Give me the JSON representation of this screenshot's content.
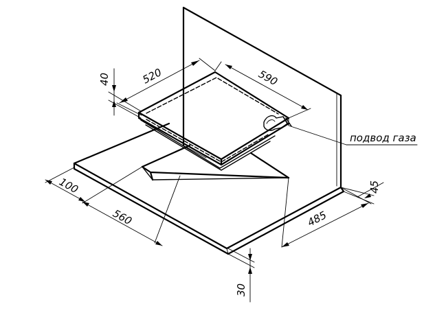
{
  "dimensions": {
    "d40": "40",
    "d520": "520",
    "d590": "590",
    "d100": "100",
    "d560": "560",
    "d485": "485",
    "d45": "45",
    "d30": "30"
  },
  "labels": {
    "gas_supply": "подвод газа"
  }
}
